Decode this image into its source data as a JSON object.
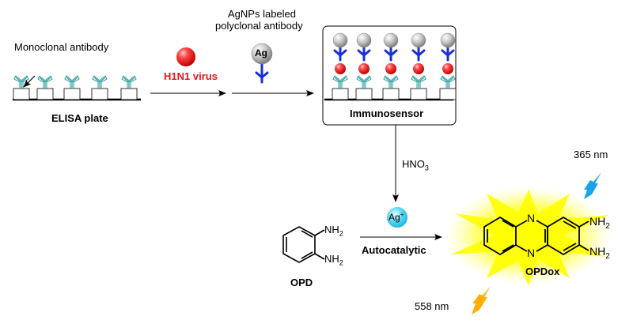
{
  "labels": {
    "monoclonal_antibody": "Monoclonal antibody",
    "elisa_plate": "ELISA plate",
    "virus": "H1N1 virus",
    "agnps_line1": "AgNPs labeled",
    "agnps_line2": "polyclonal antibody",
    "ag_particle": "Ag",
    "immunosensor": "Immunosensor",
    "hno3": "HNO",
    "hno3_sub": "3",
    "ag_ion": "Ag",
    "ag_ion_sup": "+",
    "opd": "OPD",
    "autocatalytic": "Autocatalytic",
    "opdox": "OPDox",
    "nh2": "NH",
    "nh2_sub": "2",
    "n_atom": "N",
    "wavelength_excitation": "365 nm",
    "wavelength_emission": "558 nm"
  },
  "colors": {
    "virus_red": "#e8151b",
    "antibody_blue": "#1a2fd6",
    "monoclonal_teal": "#2a9a9a",
    "ag_ion_cyan": "#3fd0ee",
    "glow_yellow": "#ffff33",
    "bolt_blue": "#1aa3e8",
    "bolt_orange": "#ffb000"
  },
  "elisa": {
    "wells": 5
  },
  "immunosensor_box": {
    "wells": 5
  }
}
